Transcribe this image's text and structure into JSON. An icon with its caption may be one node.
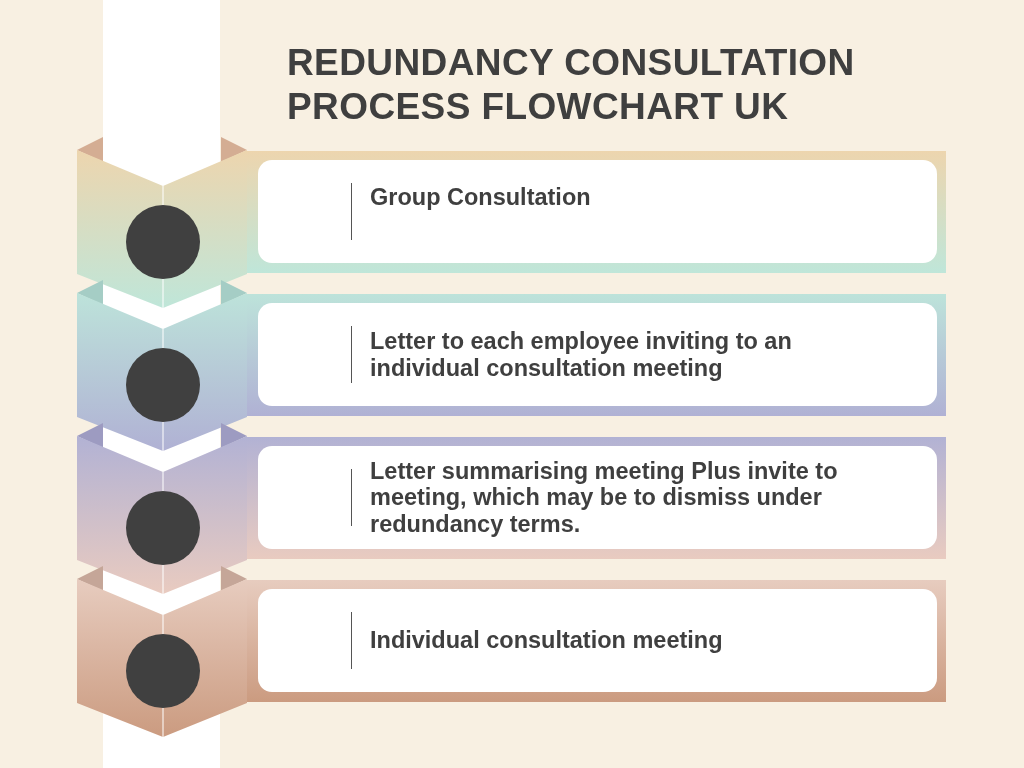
{
  "diagram": {
    "title": "REDUNDANCY CONSULTATION PROCESS FLOWCHART UK",
    "nodes": [
      {
        "text": [
          "Group Consultation"
        ]
      },
      {
        "text": [
          "Letter to each employee inviting to an individual consultation meeting"
        ]
      },
      {
        "text": [
          "Letter summarising meeting Plus invite to meeting, which may be to dismiss under redundancy terms."
        ]
      },
      {
        "text": [
          "Individual consultation meeting"
        ]
      }
    ]
  }
}
